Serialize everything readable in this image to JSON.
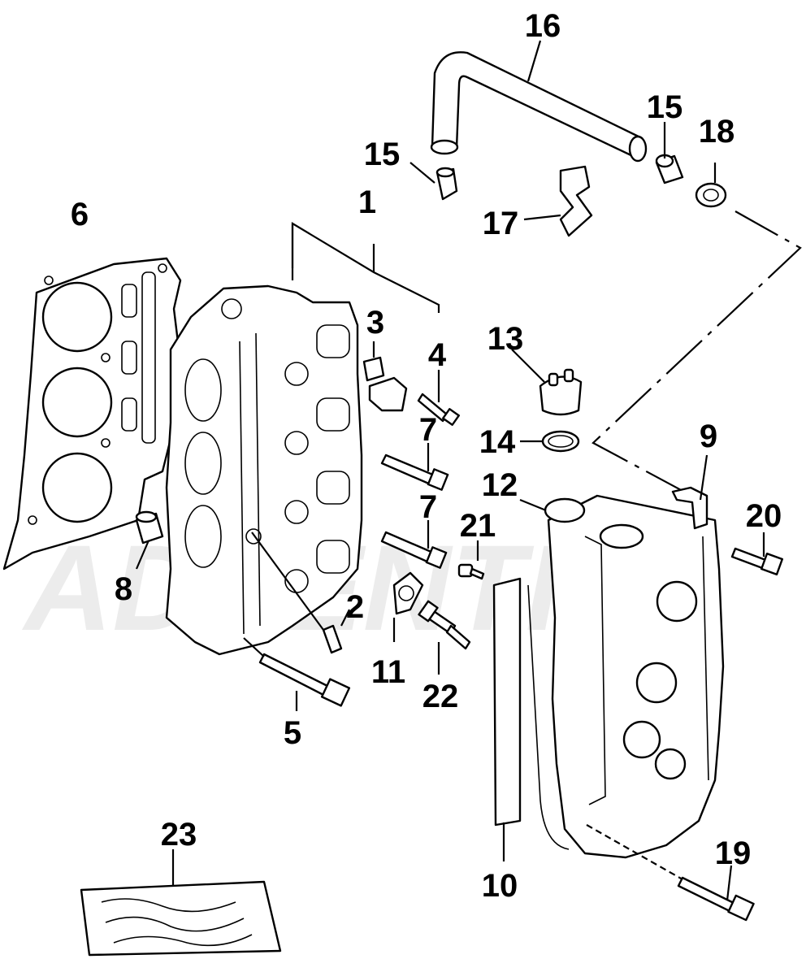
{
  "watermark": "ADVENTRO",
  "callouts": {
    "c1": "1",
    "c2": "2",
    "c3": "3",
    "c4": "4",
    "c5": "5",
    "c6": "6",
    "c7a": "7",
    "c7b": "7",
    "c8": "8",
    "c9": "9",
    "c10": "10",
    "c11": "11",
    "c12": "12",
    "c13": "13",
    "c14": "14",
    "c15a": "15",
    "c15b": "15",
    "c16": "16",
    "c17": "17",
    "c18": "18",
    "c19": "19",
    "c20": "20",
    "c21": "21",
    "c22": "22",
    "c23": "23"
  }
}
